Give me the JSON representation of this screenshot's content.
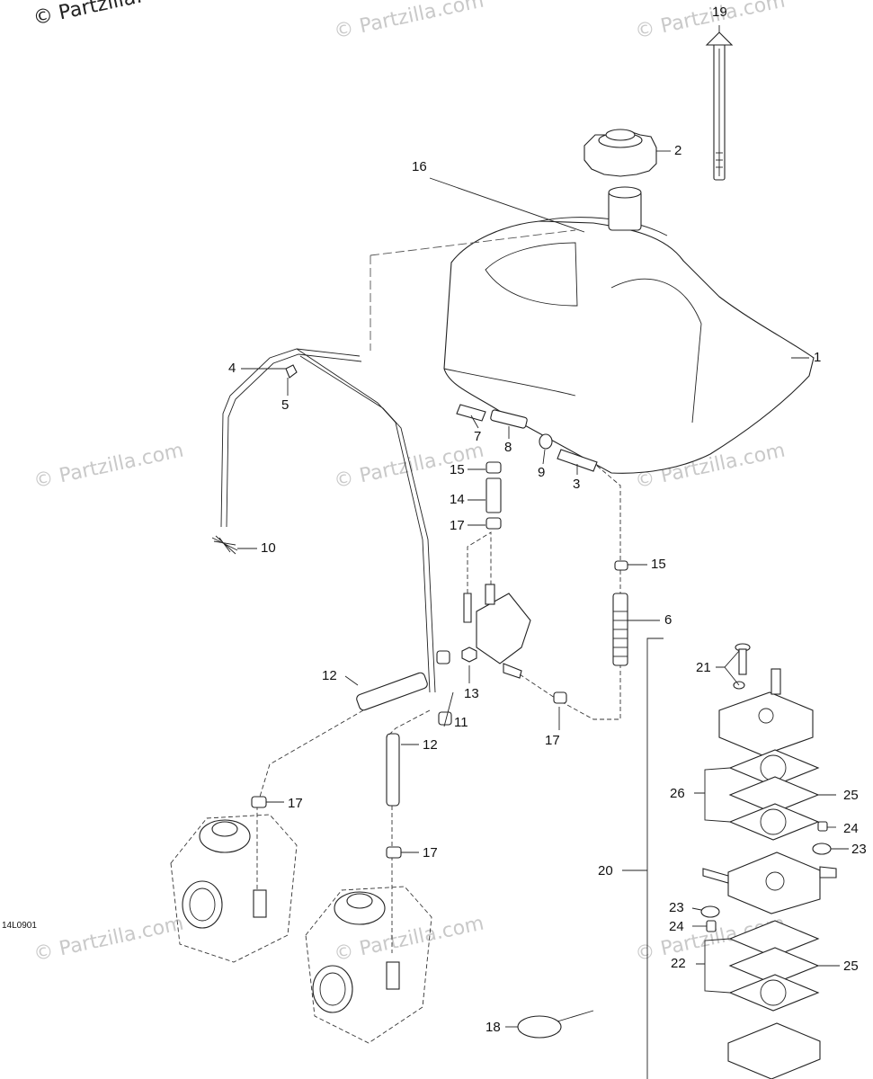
{
  "watermark_top": "© Partzilla.",
  "watermark": "© Partzilla.com",
  "diagram_code": "14L0901",
  "callouts": [
    "19",
    "2",
    "16",
    "1",
    "4",
    "5",
    "7",
    "8",
    "9",
    "3",
    "15",
    "14",
    "17",
    "10",
    "15",
    "6",
    "21",
    "12",
    "13",
    "11",
    "17",
    "12",
    "26",
    "25",
    "17",
    "24",
    "23",
    "20",
    "17",
    "23",
    "24",
    "22",
    "25",
    "18"
  ]
}
